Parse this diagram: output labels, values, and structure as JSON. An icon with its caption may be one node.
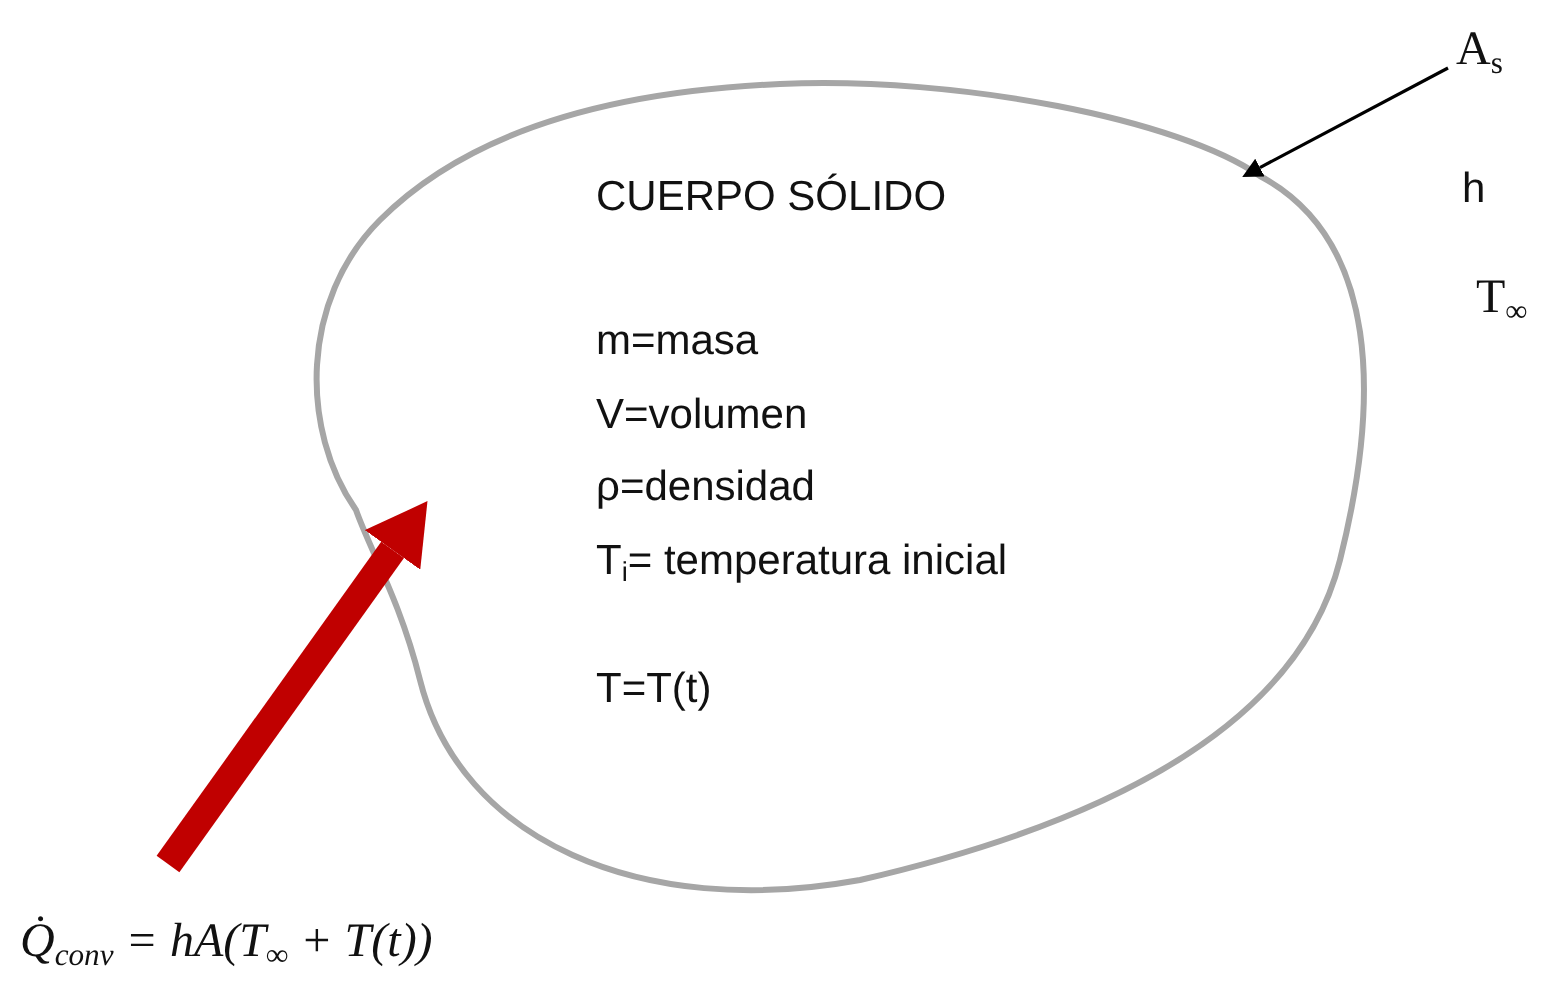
{
  "diagram": {
    "nodes": [
      {
        "text": [
          "CUERPO SÓLIDO",
          "m=masa",
          "V=volumen",
          "ρ=densidad",
          "T$_{i}$= temperatura inicial",
          "T=T(t)"
        ]
      },
      {
        "text": [
          "A$_{s}$"
        ]
      },
      {
        "text": [
          "Q̇$_{conv}$ = hA(T$_{∞}$ + T(t))"
        ]
      }
    ],
    "edges": [
      {
        "from": 1,
        "to": 0,
        "arrow": "to"
      },
      {
        "from": 2,
        "to": 0,
        "arrow": "to",
        "style": "thick",
        "color": "#c00000"
      }
    ],
    "labels": [
      "h",
      "T$_{∞}$"
    ]
  }
}
